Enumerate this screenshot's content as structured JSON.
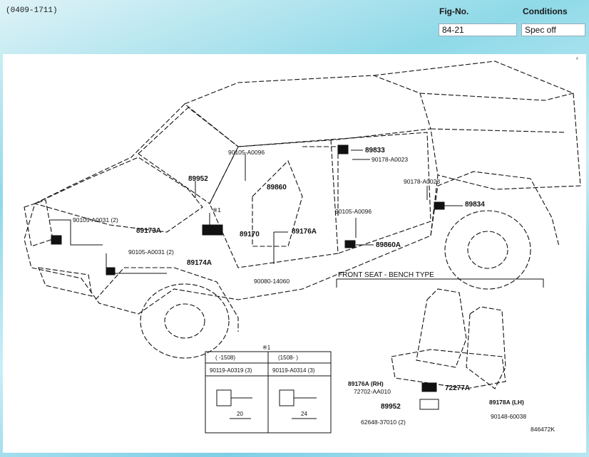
{
  "header": {
    "code": "(0409-1711)",
    "fig_label": "Fig-No.",
    "fig_value": "84-21",
    "conditions_label": "Conditions",
    "conditions_value": "Spec off"
  },
  "diagram": {
    "corner_mark": "*",
    "parts": {
      "p90105_a0096_top": "90105-A0096",
      "p89833": "89833",
      "p90178_a0023_top": "90178-A0023",
      "p89952": "89952",
      "p89860": "89860",
      "p90178_a0023_right": "90178-A0023",
      "p89834": "89834",
      "p90105_a0031_a": "90105-A0031 (2)",
      "note1": "※1",
      "p89173a": "89173A",
      "p89170": "89170",
      "p89176a": "89176A",
      "p90105_a0096_mid": "90105-A0096",
      "p89860a": "89860A",
      "p90105_a0031_b": "90105-A0031 (2)",
      "p89174a": "89174A",
      "p90080_14060": "90080-14060"
    },
    "bench": {
      "title": "FRONT SEAT - BENCH TYPE",
      "p89176a_rh": "89176A (RH)",
      "p72702": "72702-AA010",
      "p72277a": "72277A",
      "p89952": "89952",
      "p89178a_lh": "89178A (LH)",
      "p90148": "90148-60038",
      "p62648": "62648-37010 (2)",
      "ref": "846472K"
    },
    "table": {
      "title": "※1",
      "col1_head": "(     -1508)",
      "col2_head": "(1508-      )",
      "col1_part": "90119-A0319 (3)",
      "col2_part": "90119-A0314 (3)",
      "col1_dim": "20",
      "col2_dim": "24"
    }
  }
}
